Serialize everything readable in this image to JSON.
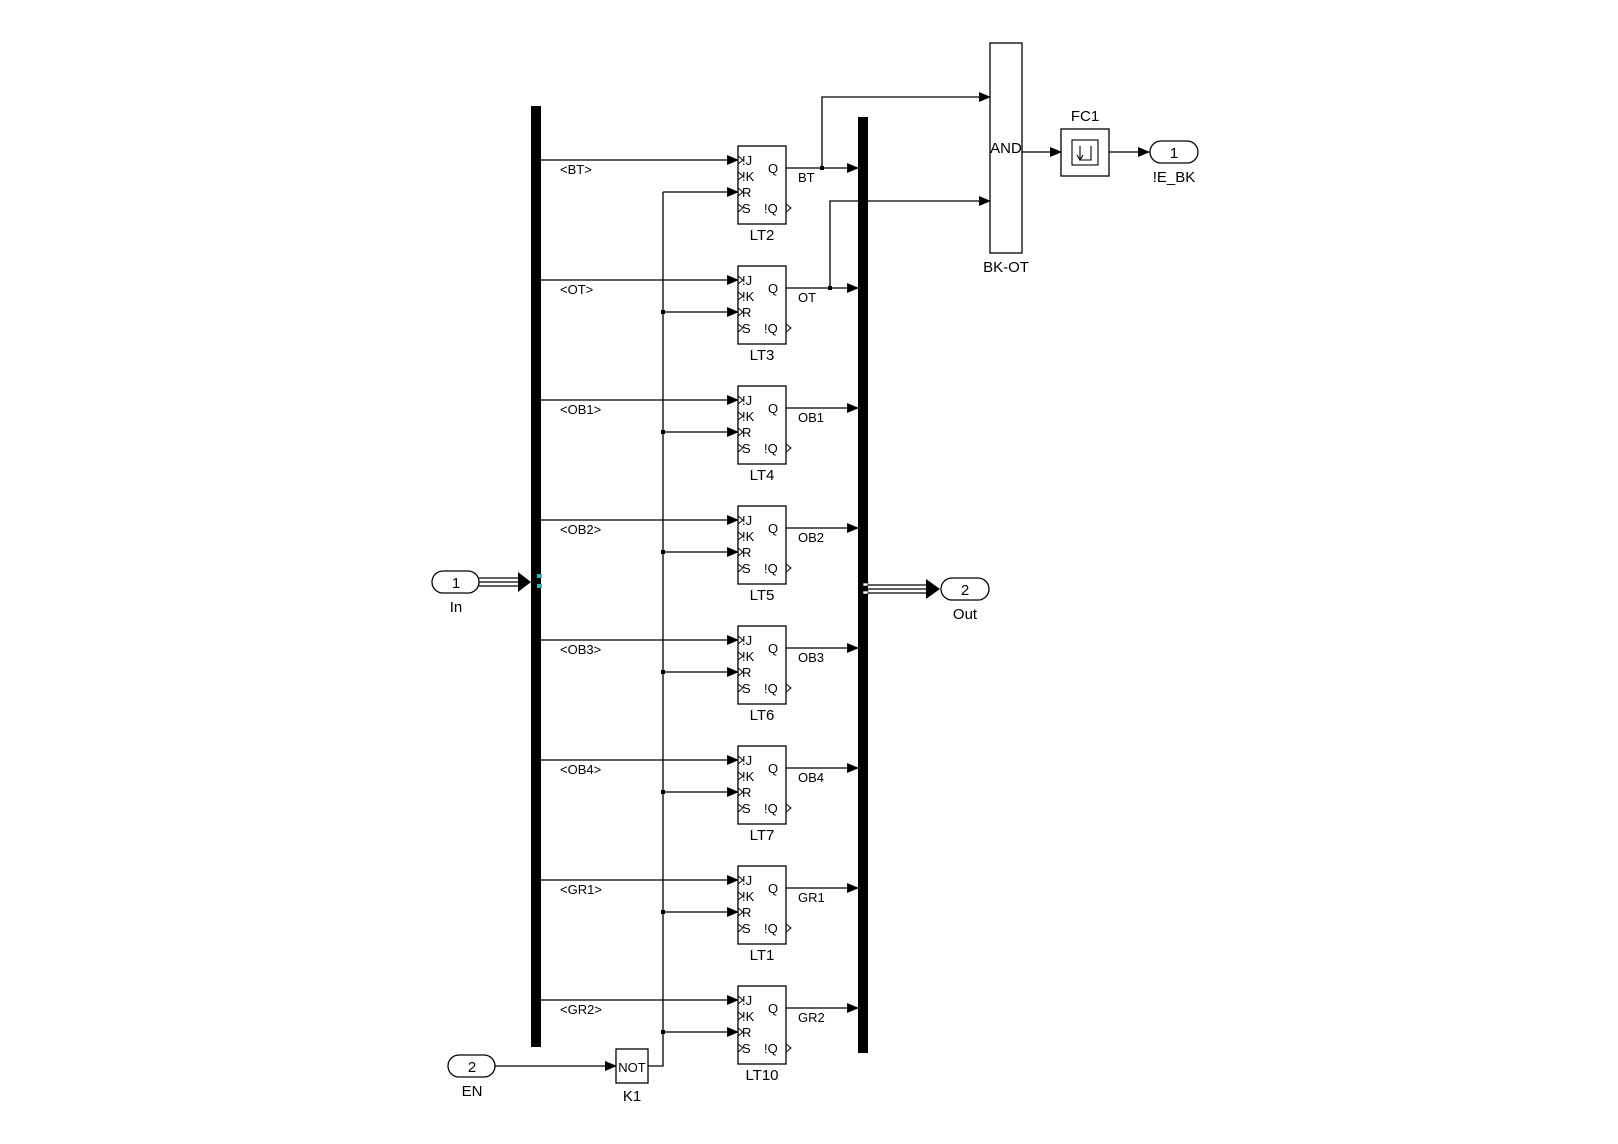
{
  "colors": {
    "wire": "#000000",
    "bus_bar": "#000000",
    "port_marker": "#36b3b3",
    "background": "#ffffff"
  },
  "inports": [
    {
      "id": "in",
      "number": "1",
      "label": "In"
    },
    {
      "id": "en",
      "number": "2",
      "label": "EN"
    }
  ],
  "outports": [
    {
      "id": "out",
      "number": "2",
      "label": "Out"
    },
    {
      "id": "ie_bk",
      "number": "1",
      "label": "!E_BK"
    }
  ],
  "not_block": {
    "text": "NOT",
    "label": "K1"
  },
  "and_block": {
    "text": "AND",
    "label": "BK-OT"
  },
  "fc_block": {
    "label": "FC1",
    "icon": "step-change-icon"
  },
  "flipflop_pins": {
    "j": "!J",
    "k": "!K",
    "r": "R",
    "s": "S",
    "q": "Q",
    "iq": "!Q"
  },
  "flipflops": [
    {
      "name": "LT2",
      "input_signal": "<BT>",
      "output_signal": "BT"
    },
    {
      "name": "LT3",
      "input_signal": "<OT>",
      "output_signal": "OT"
    },
    {
      "name": "LT4",
      "input_signal": "<OB1>",
      "output_signal": "OB1"
    },
    {
      "name": "LT5",
      "input_signal": "<OB2>",
      "output_signal": "OB2"
    },
    {
      "name": "LT6",
      "input_signal": "<OB3>",
      "output_signal": "OB3"
    },
    {
      "name": "LT7",
      "input_signal": "<OB4>",
      "output_signal": "OB4"
    },
    {
      "name": "LT1",
      "input_signal": "<GR1>",
      "output_signal": "GR1"
    },
    {
      "name": "LT10",
      "input_signal": "<GR2>",
      "output_signal": "GR2"
    }
  ]
}
